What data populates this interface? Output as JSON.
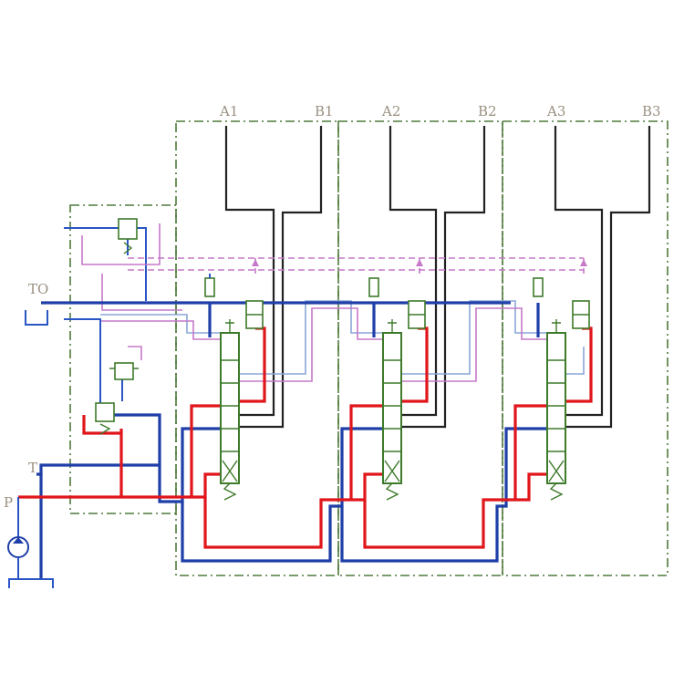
{
  "ports": {
    "a1": "A1",
    "b1": "B1",
    "a2": "A2",
    "b2": "B2",
    "a3": "A3",
    "b3": "B3",
    "to": "TO",
    "t": "T",
    "p": "P"
  },
  "colors": {
    "pressure": "#e0161b",
    "tank": "#1f3fa8",
    "work": "#222222",
    "pilot": "#c678c9",
    "signal": "#8aa6d6",
    "frame": "#4f7a3a"
  }
}
